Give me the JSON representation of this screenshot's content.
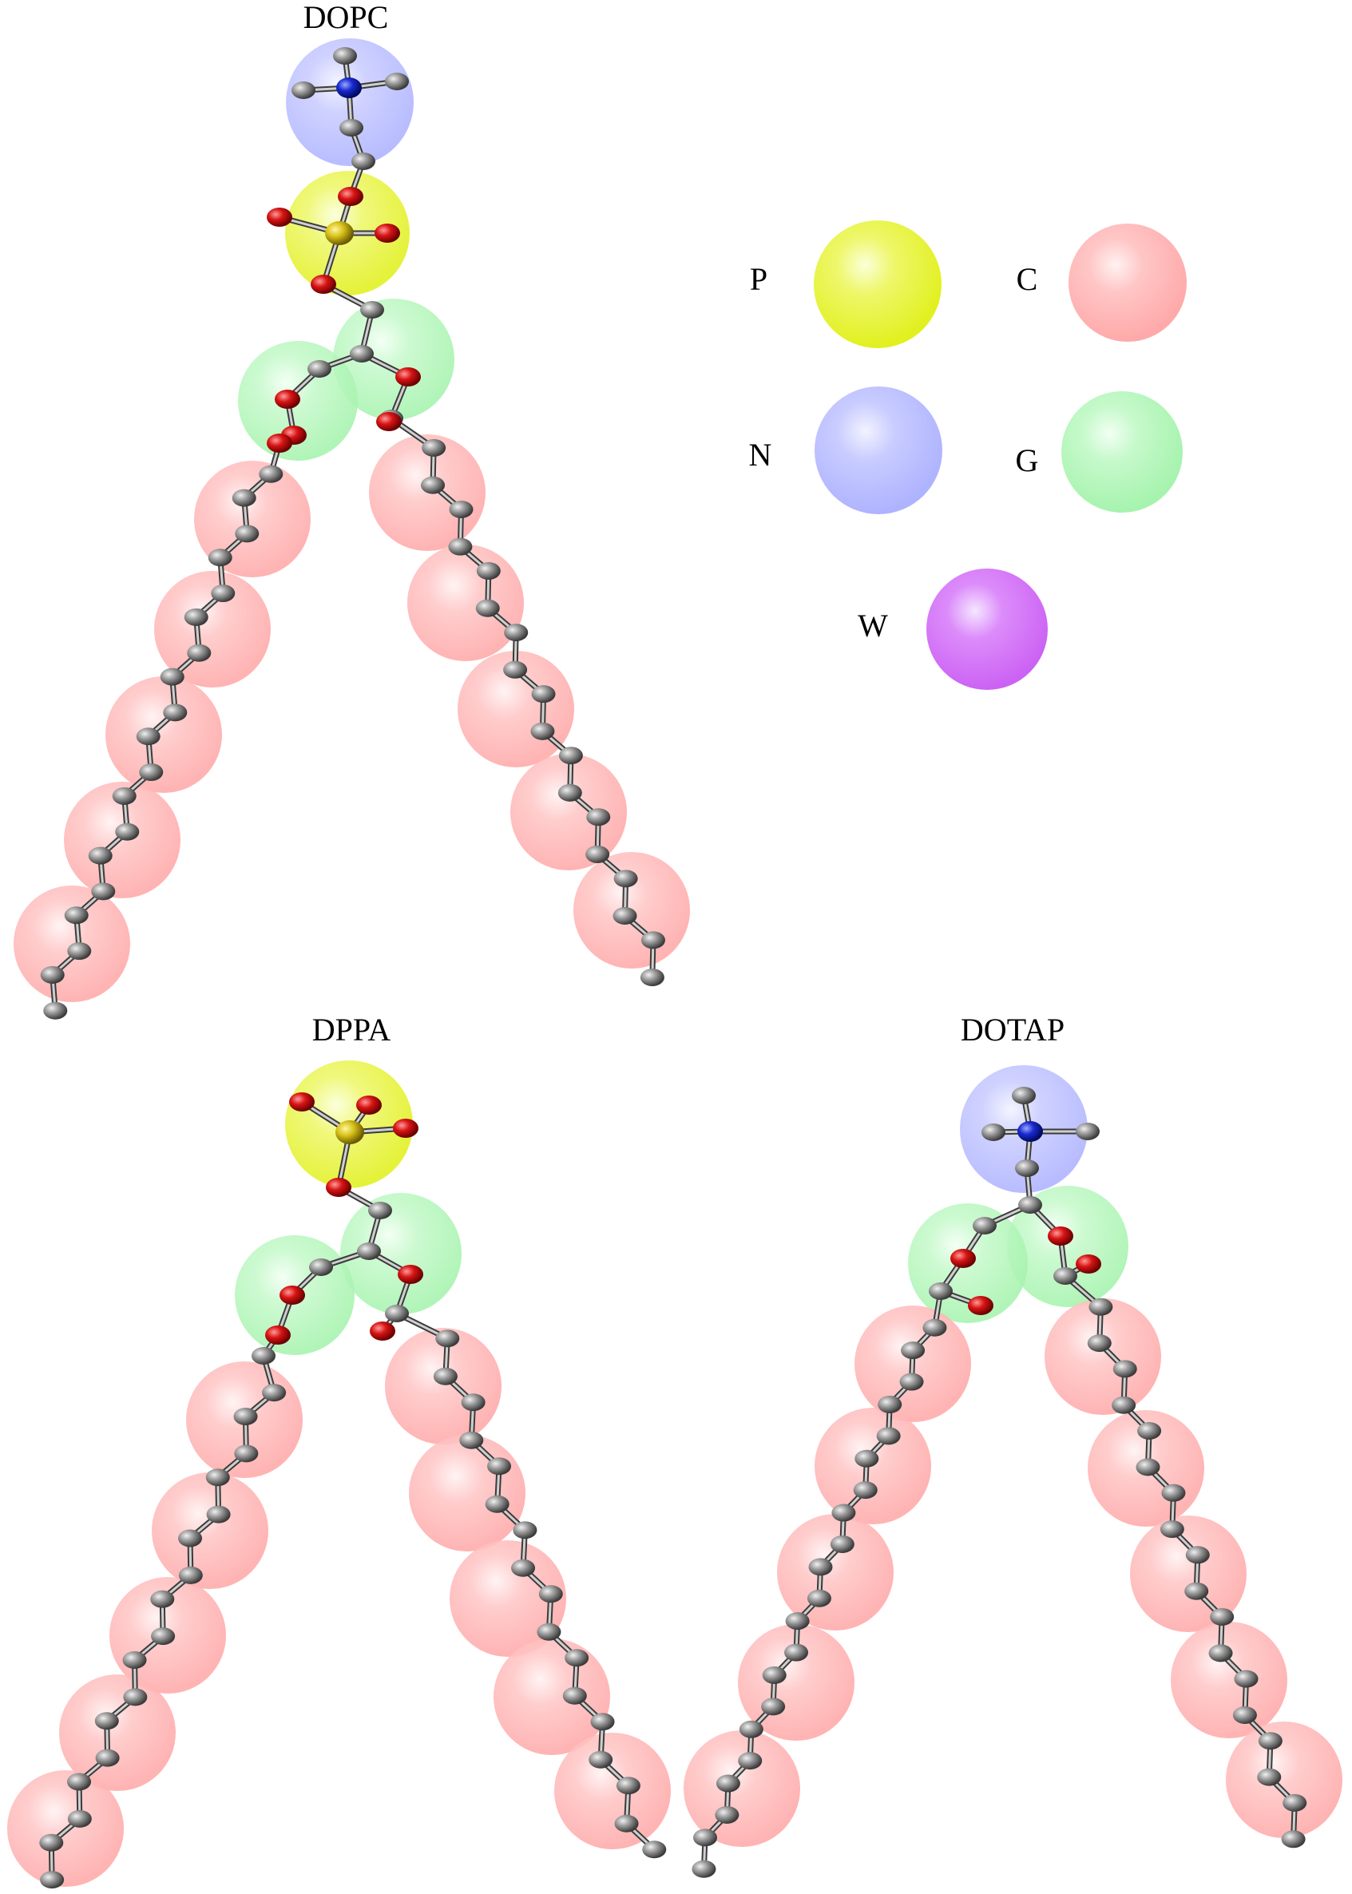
{
  "molecules": [
    {
      "title": "DOPC"
    },
    {
      "title": "DPPA"
    },
    {
      "title": "DOTAP"
    }
  ],
  "legend": [
    {
      "label": "P",
      "color": "#e6f52a"
    },
    {
      "label": "C",
      "color": "#ffb0b0"
    },
    {
      "label": "N",
      "color": "#b8bcff"
    },
    {
      "label": "G",
      "color": "#b6f7bd"
    },
    {
      "label": "W",
      "color": "#d473f7"
    }
  ],
  "atom_colors": {
    "carbon": "#8a8a8a",
    "oxygen": "#d81414",
    "nitrogen": "#1a2ad0",
    "phosphorus": "#d8c21a"
  }
}
